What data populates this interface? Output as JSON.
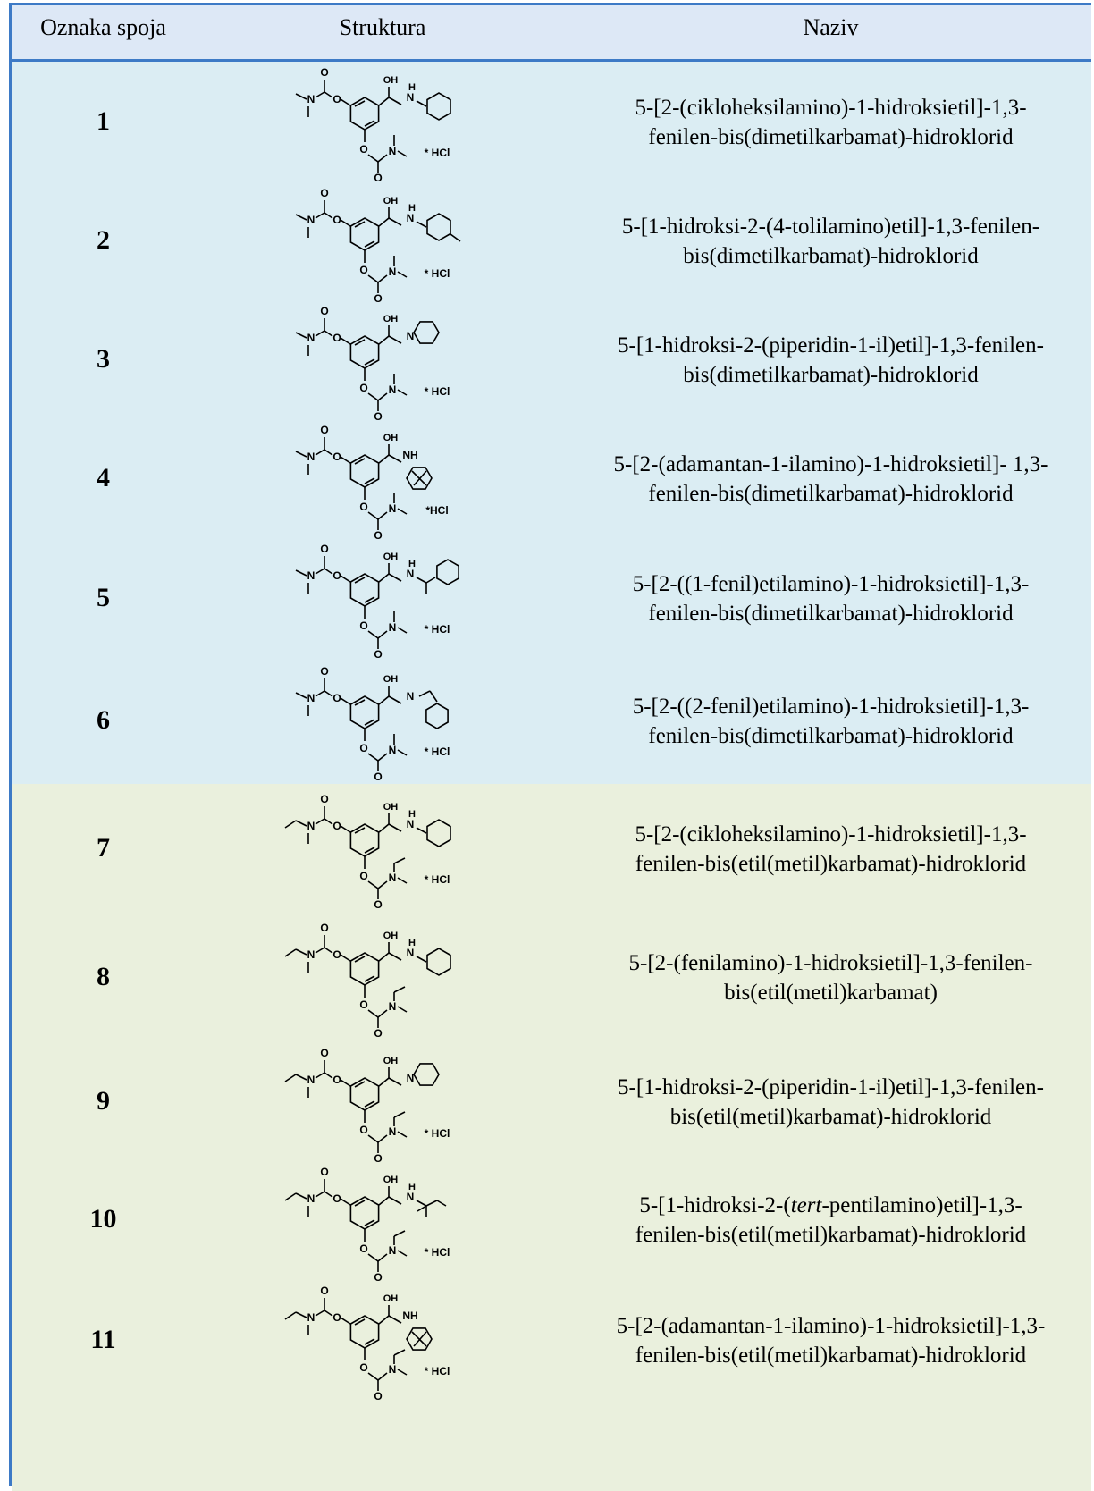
{
  "header": {
    "col1": "Oznaka spoja",
    "col2": "Struktura",
    "col3": "Naziv"
  },
  "colors": {
    "border": "#3d7ac6",
    "header_bg": "#dde8f6",
    "group_a_bg": "#dbedf3",
    "group_b_bg": "#eaf0dd"
  },
  "rows": [
    {
      "id": "1",
      "name1": "5-[2-(cikloheksilamino)-1-hidroksietil]-1,3-",
      "name2": "fenilen-bis(dimetilkarbamat)-hidroklorid",
      "hcl": "* HCl",
      "carbamate": "dimethyl",
      "amine": "cyclohexylamino"
    },
    {
      "id": "2",
      "name1": "5-[1-hidroksi-2-(4-tolilamino)etil]-1,3-fenilen-",
      "name2": "bis(dimetilkarbamat)-hidroklorid",
      "hcl": "* HCl",
      "carbamate": "dimethyl",
      "amine": "tolylamino"
    },
    {
      "id": "3",
      "name1": "5-[1-hidroksi-2-(piperidin-1-il)etil]-1,3-fenilen-",
      "name2": "bis(dimetilkarbamat)-hidroklorid",
      "hcl": "* HCl",
      "carbamate": "dimethyl",
      "amine": "piperidinyl"
    },
    {
      "id": "4",
      "name1": "5-[2-(adamantan-1-ilamino)-1-hidroksietil]- 1,3-",
      "name2": "fenilen-bis(dimetilkarbamat)-hidroklorid",
      "hcl": "*HCl",
      "carbamate": "dimethyl",
      "amine": "adamantylamino"
    },
    {
      "id": "5",
      "name1": "5-[2-((1-fenil)etilamino)-1-hidroksietil]-1,3-",
      "name2": "fenilen-bis(dimetilkarbamat)-hidroklorid",
      "hcl": "* HCl",
      "carbamate": "dimethyl",
      "amine": "phenylethylamino"
    },
    {
      "id": "6",
      "name1": "5-[2-((2-fenil)etilamino)-1-hidroksietil]-1,3-",
      "name2": "fenilen-bis(dimetilkarbamat)-hidroklorid",
      "hcl": "* HCl",
      "carbamate": "dimethyl",
      "amine": "phenethylamino"
    },
    {
      "id": "7",
      "name1": "5-[2-(cikloheksilamino)-1-hidroksietil]-1,3-",
      "name2": "fenilen-bis(etil(metil)karbamat)-hidroklorid",
      "hcl": "* HCl",
      "carbamate": "ethylmethyl",
      "amine": "cyclohexylamino"
    },
    {
      "id": "8",
      "name1": "5-[2-(fenilamino)-1-hidroksietil]-1,3-fenilen-",
      "name2": "bis(etil(metil)karbamat)",
      "hcl": "",
      "carbamate": "ethylmethyl",
      "amine": "phenylamino"
    },
    {
      "id": "9",
      "name1": "5-[1-hidroksi-2-(piperidin-1-il)etil]-1,3-fenilen-",
      "name2": "bis(etil(metil)karbamat)-hidroklorid",
      "hcl": "* HCl",
      "carbamate": "ethylmethyl",
      "amine": "piperidinyl"
    },
    {
      "id": "10",
      "name1_pre": "5-[1-hidroksi-2-(",
      "name1_it": "tert",
      "name1_post": "-pentilamino)etil]-1,3-",
      "name2": "fenilen-bis(etil(metil)karbamat)-hidroklorid",
      "hcl": "* HCl",
      "carbamate": "ethylmethyl",
      "amine": "tertpentylamino"
    },
    {
      "id": "11",
      "name1": "5-[2-(adamantan-1-ilamino)-1-hidroksietil]-1,3-",
      "name2": "fenilen-bis(etil(metil)karbamat)-hidroklorid",
      "hcl": "* HCl",
      "carbamate": "ethylmethyl",
      "amine": "adamantylamino"
    }
  ]
}
